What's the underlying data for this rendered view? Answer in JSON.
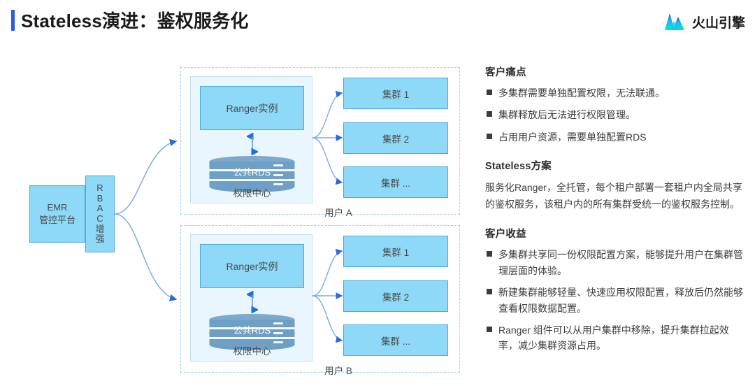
{
  "header": {
    "title": "Stateless演进：鉴权服务化",
    "accent_color": "#2B5BE8",
    "brand_name": "火山引擎",
    "brand_icon": "mountain-logo-icon"
  },
  "diagram": {
    "emr_box": "EMR\n管控平台",
    "rbac_letters": [
      "R",
      "B",
      "A",
      "C",
      "增",
      "强"
    ],
    "panels": [
      {
        "user_label": "用户 A",
        "center_title": "权限中心",
        "ranger_label": "Ranger实例",
        "db_label": "公共RDS",
        "clusters": [
          "集群 1",
          "集群 2",
          "集群 ..."
        ]
      },
      {
        "user_label": "用户 B",
        "center_title": "权限中心",
        "ranger_label": "Ranger实例",
        "db_label": "公共RDS",
        "clusters": [
          "集群 1",
          "集群 2",
          "集群 ..."
        ]
      }
    ],
    "colors": {
      "node_fill": "#8DD9F7",
      "node_border": "#4FA8DE",
      "panel_fill": "#EAF6FD",
      "dashed_border": "#9ED2F2",
      "connector": "#6F9FE8",
      "db_fill": "#6E9FC6"
    }
  },
  "content": {
    "sections": [
      {
        "heading": "客户痛点",
        "type": "bullets",
        "items": [
          "多集群需要单独配置权限，无法联通。",
          "集群释放后无法进行权限管理。",
          "占用用户资源，需要单独配置RDS"
        ]
      },
      {
        "heading": "Stateless方案",
        "type": "paragraph",
        "text": "服务化Ranger，全托管，每个租户部署一套租户内全局共享的鉴权服务，该租户内的所有集群受统一的鉴权服务控制。"
      },
      {
        "heading": "客户收益",
        "type": "bullets",
        "items": [
          "多集群共享同一份权限配置方案，能够提升用户在集群管理层面的体验。",
          "新建集群能够轻量、快速应用权限配置，释放后仍然能够查看权限数据配置。",
          "Ranger 组件可以从用户集群中移除，提升集群拉起效率，减少集群资源占用。"
        ]
      }
    ]
  }
}
